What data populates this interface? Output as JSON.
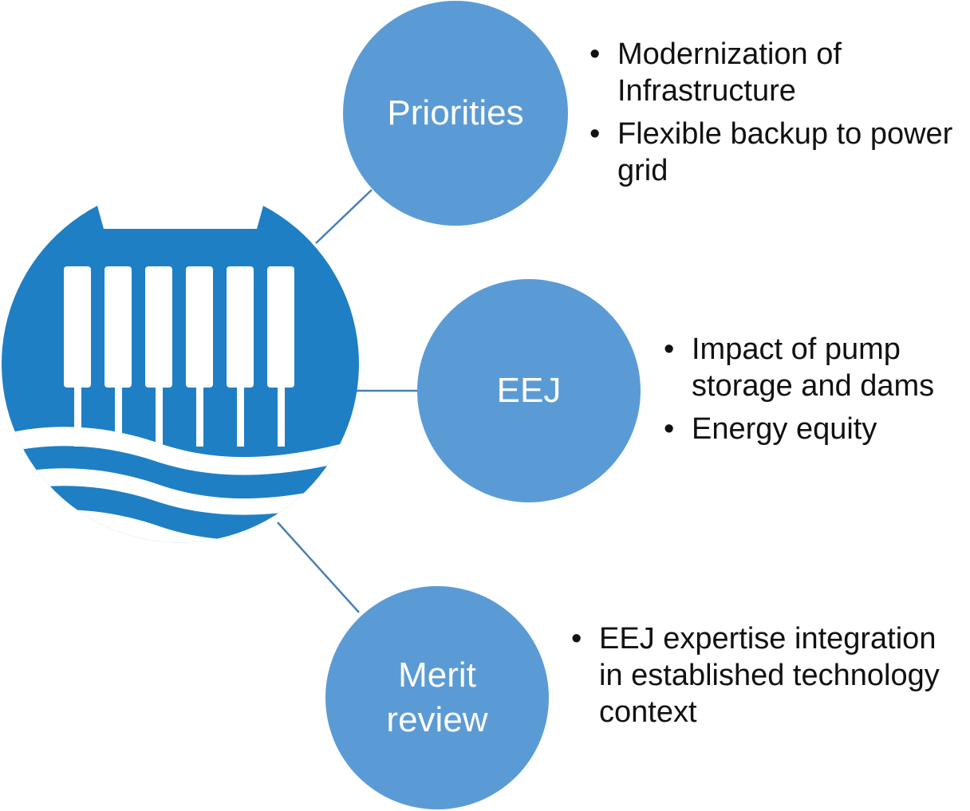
{
  "colors": {
    "circle_fill": "#5b9bd5",
    "logo_blue": "#1f7fc4",
    "connector": "#4a7fb5",
    "bullet_text": "#111111"
  },
  "logo": {
    "icon": "hydro-dam-icon"
  },
  "nodes": [
    {
      "id": "priorities",
      "label_lines": [
        "Priorities"
      ],
      "bullets": [
        "Modernization of Infrastructure",
        "Flexible backup to power grid"
      ]
    },
    {
      "id": "eej",
      "label_lines": [
        "EEJ"
      ],
      "bullets": [
        "Impact of pump storage and dams",
        "Energy equity"
      ]
    },
    {
      "id": "merit",
      "label_lines": [
        "Merit",
        "review"
      ],
      "bullets": [
        "EEJ expertise integration in established technology context"
      ]
    }
  ]
}
